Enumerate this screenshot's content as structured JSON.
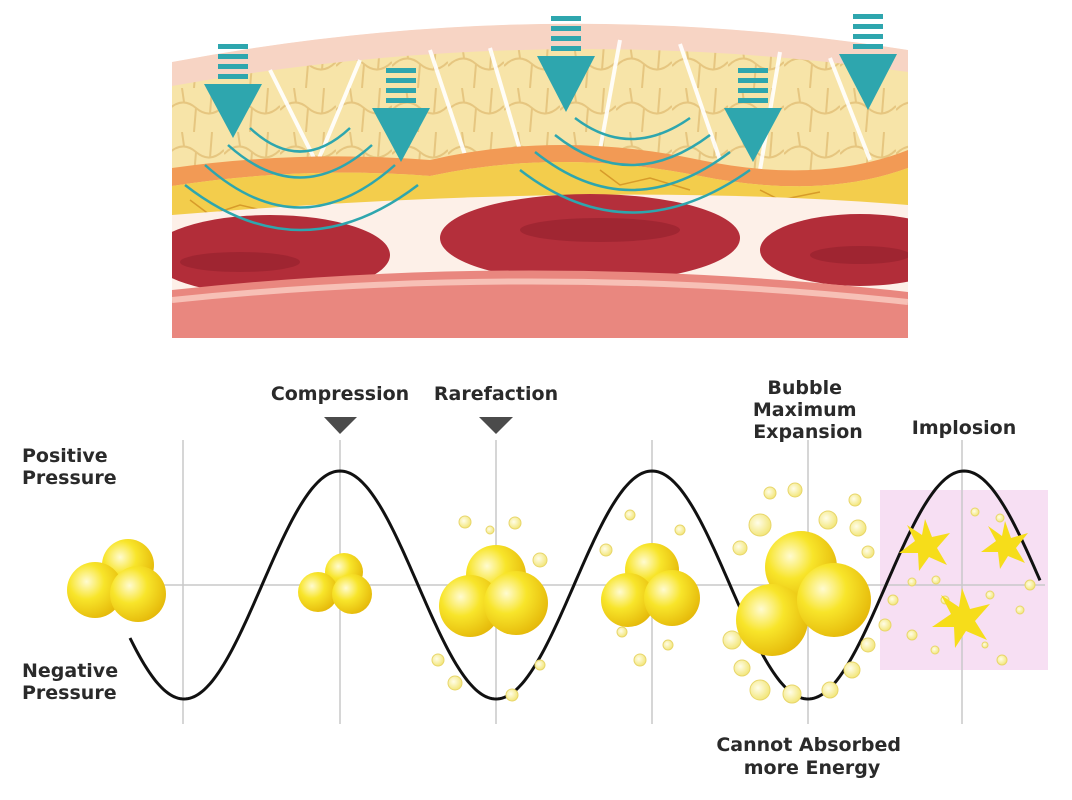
{
  "labels": {
    "positive_pressure": [
      "Positive",
      "Pressure"
    ],
    "negative_pressure": [
      "Negative",
      "Pressure"
    ],
    "compression": "Compression",
    "rarefaction": "Rarefaction",
    "bubble_max": [
      "Bubble",
      "Maximum",
      "Expansion"
    ],
    "implosion": "Implosion",
    "cannot_absorb": [
      "Cannot Absorbed",
      "more Energy"
    ]
  },
  "colors": {
    "arrow": "#2ea6ae",
    "bubble": "#f6dd1a",
    "muscle": "#b42f3b",
    "fat": "#f7e3a6",
    "wave": "#111111",
    "implosion_zone": "#f7dff3"
  },
  "icons": [
    "down-arrow-icon",
    "pointer-triangle-icon",
    "bubble-icon",
    "burst-icon"
  ]
}
